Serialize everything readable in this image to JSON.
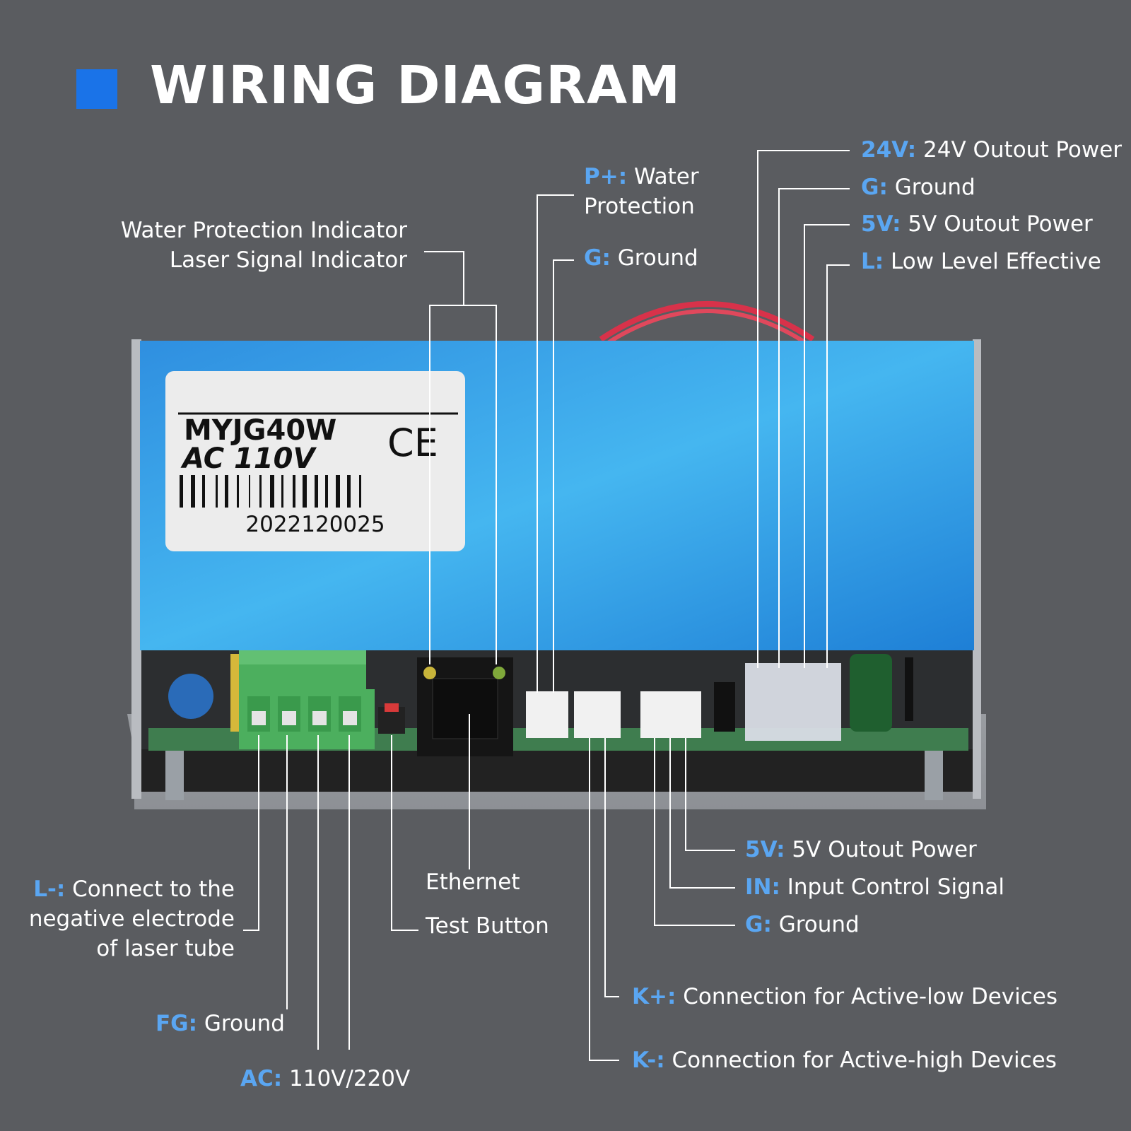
{
  "title": "WIRING DIAGRAM",
  "device_label": {
    "model": "MYJG40W",
    "voltage": "AC 110V",
    "mark": "CE",
    "serial": "2022120025"
  },
  "callouts": {
    "indicators": {
      "line1": "Water Protection Indicator",
      "line2": "Laser Signal Indicator"
    },
    "p_plus": {
      "key": "P+:",
      "text": " Water",
      "text2": "Protection"
    },
    "g_water": {
      "key": "G:",
      "text": " Ground"
    },
    "v24": {
      "key": "24V:",
      "text": " 24V Outout Power"
    },
    "g_top": {
      "key": "G:",
      "text": " Ground"
    },
    "v5_top": {
      "key": "5V:",
      "text": " 5V Outout Power"
    },
    "l_low": {
      "key": "L:",
      "text": " Low Level Effective"
    },
    "l_minus": {
      "key": "L-:",
      "text": " Connect to the",
      "text2": "negative electrode",
      "text3": "of laser tube"
    },
    "ethernet": {
      "text": "Ethernet"
    },
    "test_button": {
      "text": "Test Button"
    },
    "fg": {
      "key": "FG:",
      "text": " Ground"
    },
    "ac": {
      "key": "AC:",
      "text": " 110V/220V"
    },
    "v5_bottom": {
      "key": "5V:",
      "text": " 5V Outout Power"
    },
    "in_signal": {
      "key": "IN:",
      "text": " Input Control Signal"
    },
    "g_bottom": {
      "key": "G:",
      "text": " Ground"
    },
    "k_plus": {
      "key": "K+:",
      "text": " Connection for Active-low Devices"
    },
    "k_minus": {
      "key": "K-:",
      "text": " Connection for Active-high Devices"
    }
  },
  "colors": {
    "background": "#5a5c60",
    "accent": "#1a73e8",
    "key_text": "#5aa6f2",
    "case": "#3aa8e8"
  }
}
